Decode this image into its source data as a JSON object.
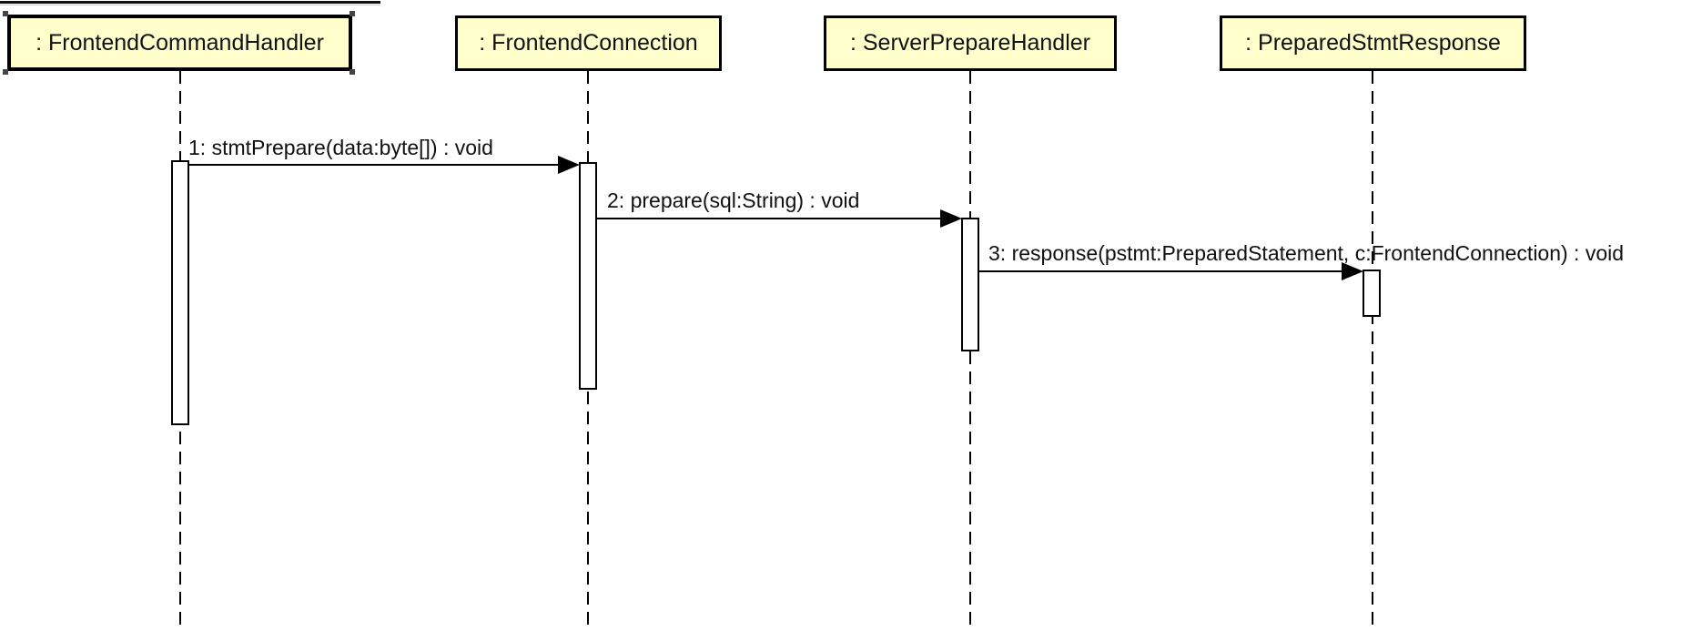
{
  "diagram": {
    "type": "uml-sequence-diagram",
    "colors": {
      "background": "#FFFFFF",
      "actor_fill": "#FFFFCC",
      "stroke": "#000000",
      "selection_handle": "#444444"
    },
    "lifelines": [
      {
        "label": ": FrontendCommandHandler",
        "selected": true
      },
      {
        "label": ": FrontendConnection",
        "selected": false
      },
      {
        "label": ": ServerPrepareHandler",
        "selected": false
      },
      {
        "label": ": PreparedStmtResponse",
        "selected": false
      }
    ],
    "messages": [
      {
        "num": "1",
        "label": "1: stmtPrepare(data:byte[]) : void",
        "from": ": FrontendCommandHandler",
        "to": ": FrontendConnection"
      },
      {
        "num": "2",
        "label": "2: prepare(sql:String) : void",
        "from": ": FrontendConnection",
        "to": ": ServerPrepareHandler"
      },
      {
        "num": "3",
        "label": "3: response(pstmt:PreparedStatement, c:FrontendConnection) : void",
        "from": ": ServerPrepareHandler",
        "to": ": PreparedStmtResponse"
      }
    ]
  }
}
